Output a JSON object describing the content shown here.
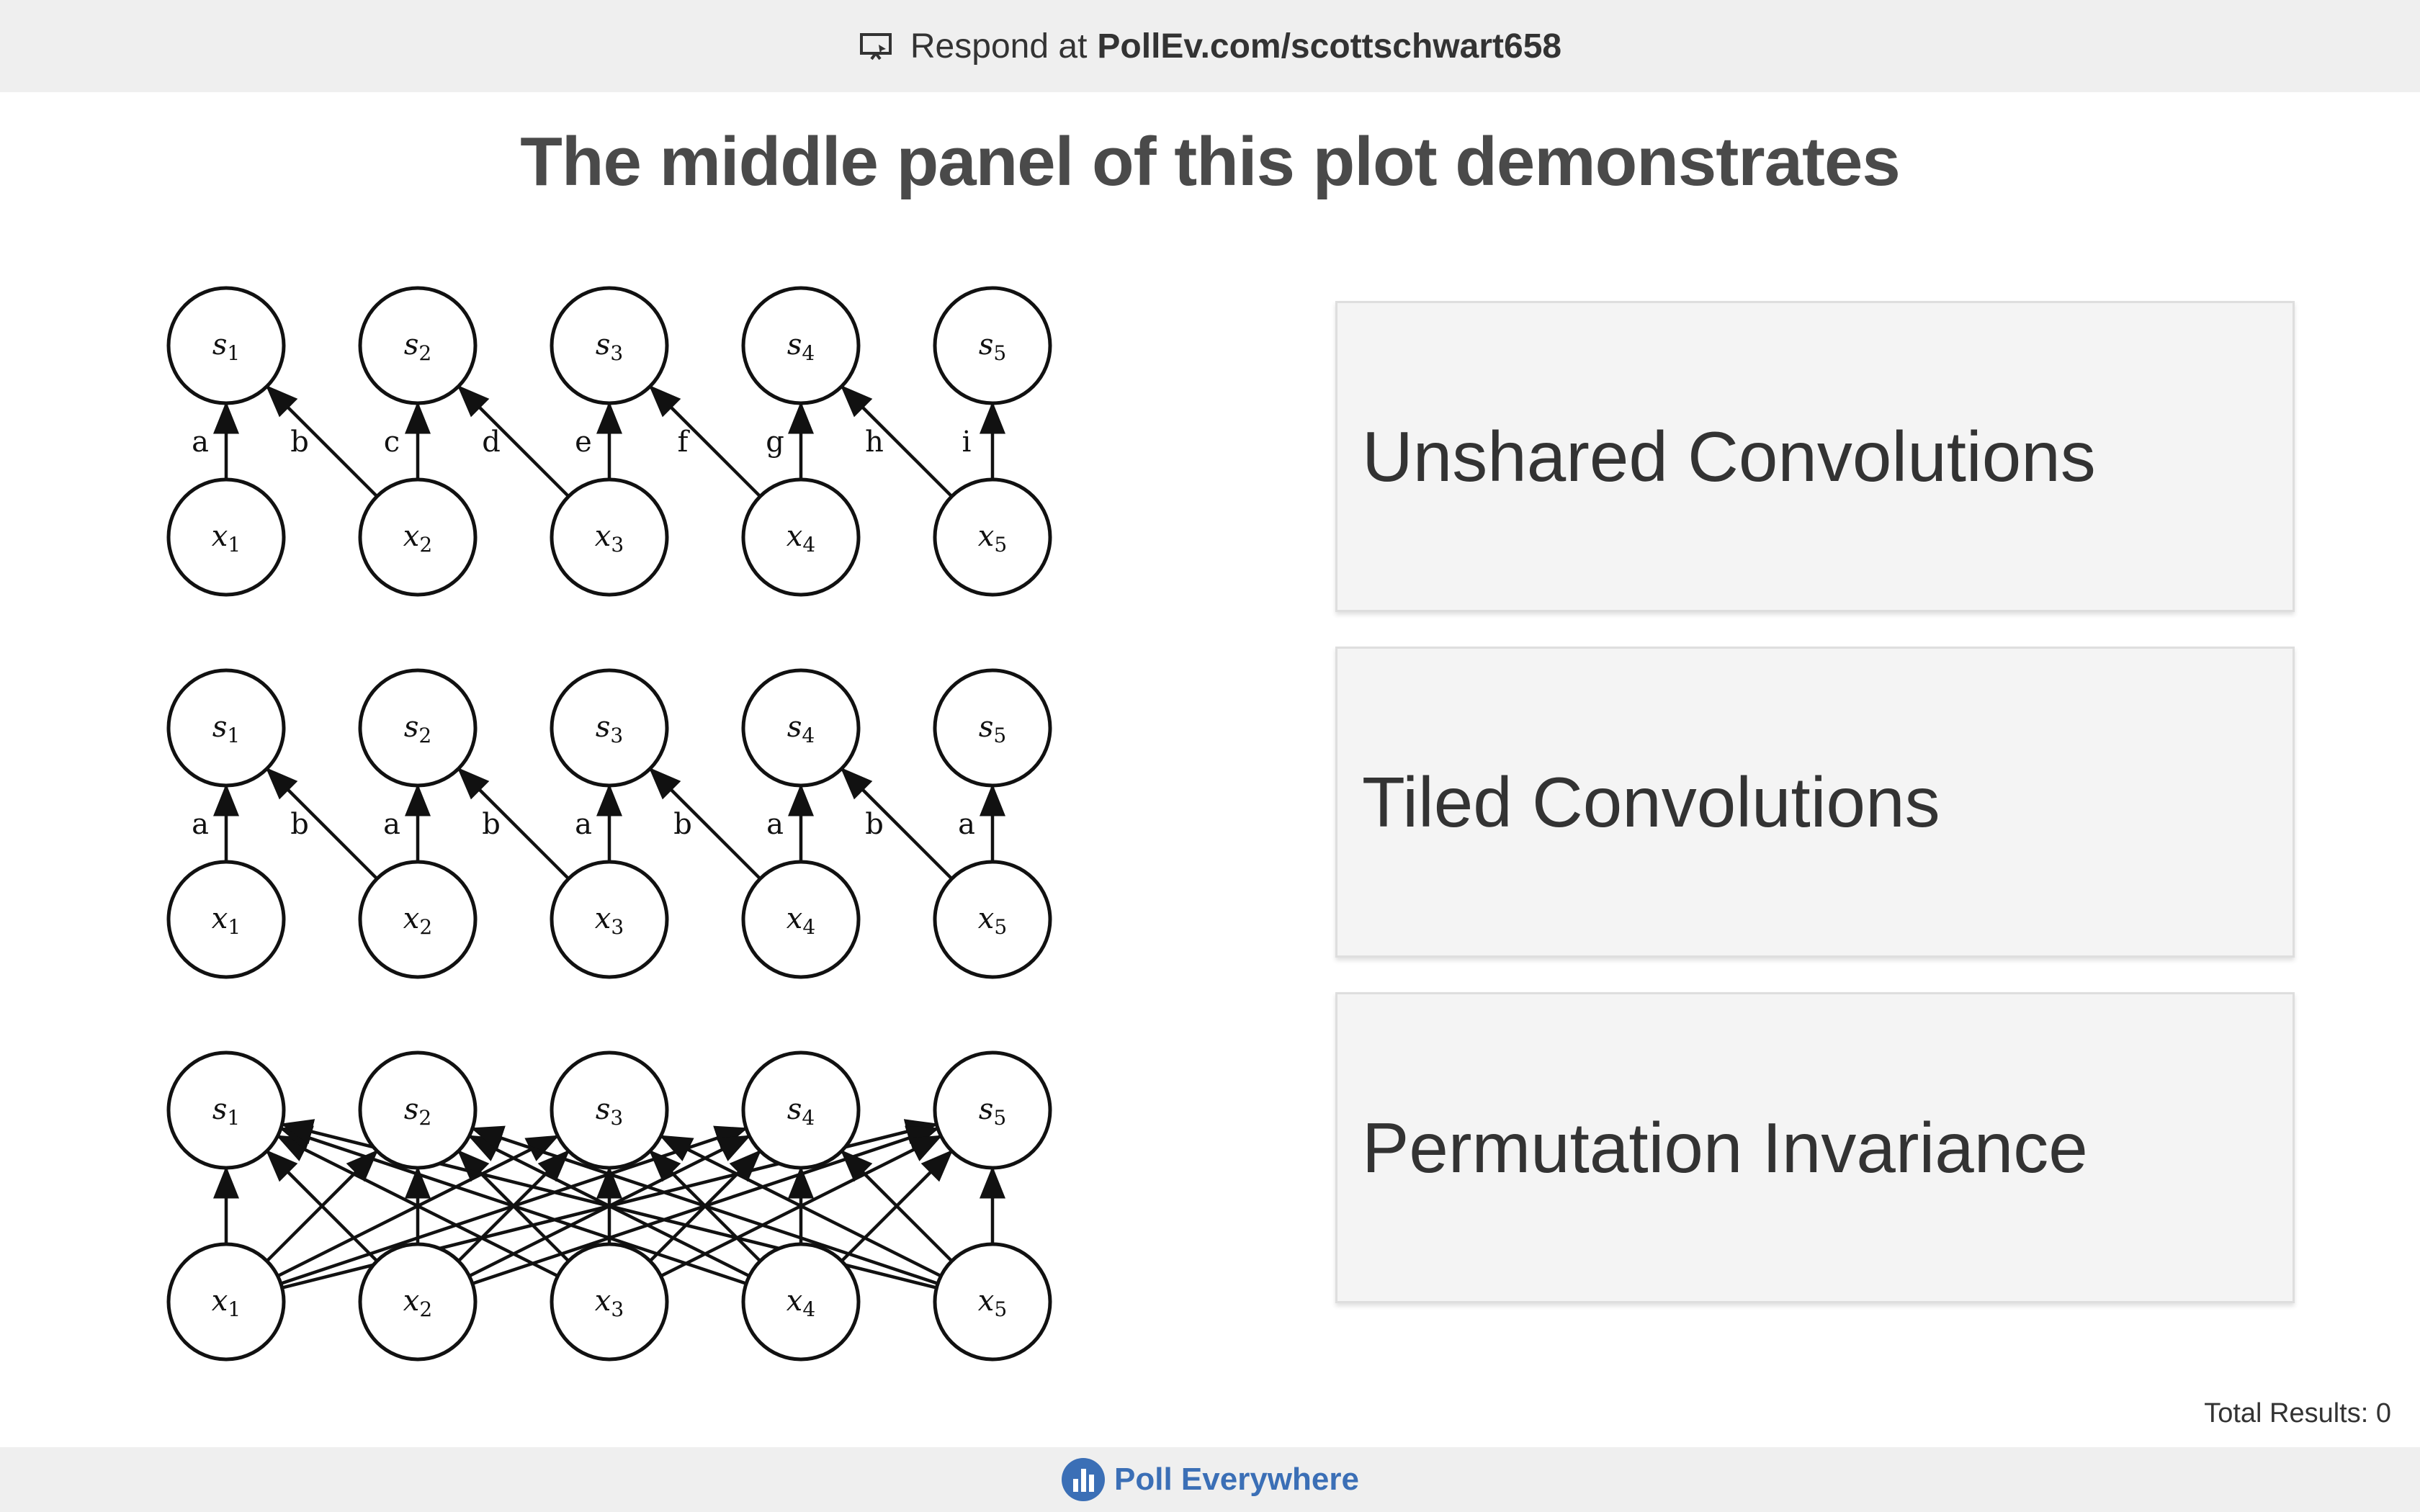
{
  "header": {
    "prefix": "Respond at",
    "url": "PollEv.com/scottschwart658",
    "icon": "presentation-icon"
  },
  "question": "The middle panel of this plot demonstrates",
  "diagram": {
    "top_nodes": [
      "s1",
      "s2",
      "s3",
      "s4",
      "s5"
    ],
    "bottom_nodes": [
      "x1",
      "x2",
      "x3",
      "x4",
      "x5"
    ],
    "panel1_weight_labels": [
      "a",
      "b",
      "c",
      "d",
      "e",
      "f",
      "g",
      "h",
      "i"
    ],
    "panel2_weight_labels": [
      "a",
      "b",
      "a",
      "b",
      "a",
      "b",
      "a",
      "b",
      "a"
    ]
  },
  "choices": [
    {
      "label": "Unshared Convolutions"
    },
    {
      "label": "Tiled Convolutions"
    },
    {
      "label": "Permutation Invariance"
    }
  ],
  "total_results": "Total Results: 0",
  "footer": {
    "brand": "Poll Everywhere",
    "icon": "poll-everywhere-logo-icon"
  },
  "colors": {
    "bar_background": "#efefef",
    "choice_background": "#f4f4f4",
    "brand_blue": "#3b6fb6",
    "text": "#333333"
  }
}
